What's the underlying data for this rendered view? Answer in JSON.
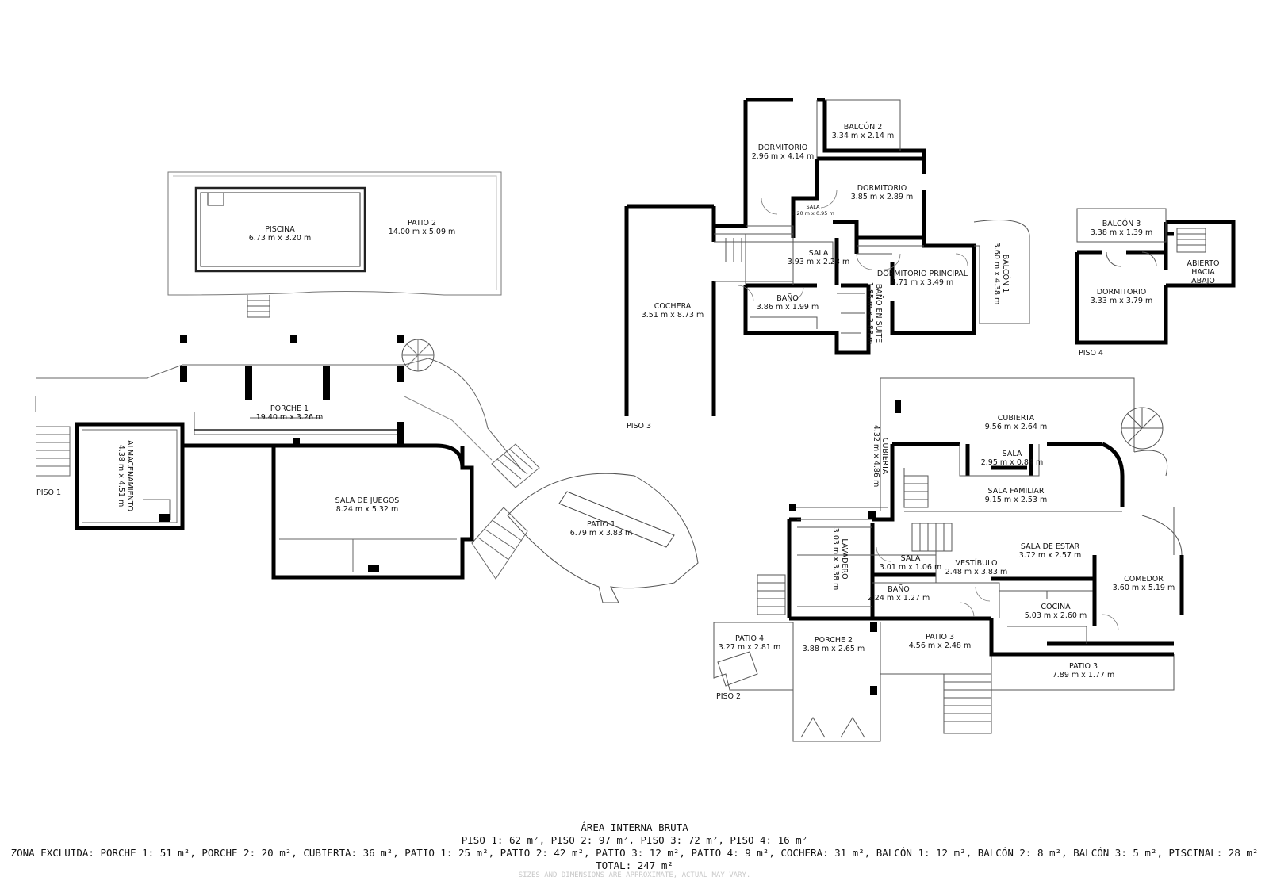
{
  "floors": {
    "piso1": "PISO 1",
    "piso2": "PISO 2",
    "piso3": "PISO 3",
    "piso4": "PISO 4"
  },
  "rooms": {
    "piscina": {
      "name": "PISCINA",
      "dims": "6.73 m x 3.20 m"
    },
    "patio2": {
      "name": "PATIO 2",
      "dims": "14.00 m x 5.09 m"
    },
    "porche1": {
      "name": "PORCHE 1",
      "dims": "19.40 m x 3.26 m"
    },
    "almacenamiento": {
      "name": "ALMACENAMIENTO",
      "dims": "4.38 m x 4.51 m"
    },
    "sala_juegos": {
      "name": "SALA DE JUEGOS",
      "dims": "8.24 m x 5.32 m"
    },
    "patio1": {
      "name": "PATIO 1",
      "dims": "6.79 m x 3.83 m"
    },
    "cochera": {
      "name": "COCHERA",
      "dims": "3.51 m x 8.73 m"
    },
    "dormitorio_p3a": {
      "name": "DORMITORIO",
      "dims": "2.96 m x 4.14 m"
    },
    "balcon2": {
      "name": "BALCÓN 2",
      "dims": "3.34 m x 2.14 m"
    },
    "dormitorio_p3b": {
      "name": "DORMITORIO",
      "dims": "3.85 m x 2.89 m"
    },
    "sala_p3_small": {
      "name": "SALA",
      "dims": "1.20 m x 0.95 m"
    },
    "sala_p3": {
      "name": "SALA",
      "dims": "3.93 m x 2.28 m"
    },
    "dormitorio_principal": {
      "name": "DORMITORIO PRINCIPAL",
      "dims": "4.71 m x 3.49 m"
    },
    "balcon1": {
      "name": "BALCÓN 1",
      "dims": "3.60 m x 4.38 m"
    },
    "bano_p3": {
      "name": "BAÑO",
      "dims": "3.86 m x 1.99 m"
    },
    "bano_suite": {
      "name": "BAÑO EN SUITE",
      "dims": "1.85 m x 2.88 m"
    },
    "balcon3": {
      "name": "BALCÓN 3",
      "dims": "3.38 m x 1.39 m"
    },
    "abierto": {
      "line1": "ABIERTO",
      "line2": "HACIA",
      "line3": "ABAJO"
    },
    "dormitorio_p4": {
      "name": "DORMITORIO",
      "dims": "3.33 m x 3.79 m"
    },
    "cubierta_top": {
      "name": "CUBIERTA",
      "dims": "9.56 m x 2.64 m"
    },
    "cubierta_side": {
      "name": "CUBIERTA",
      "dims": "4.32 m x 4.86 m"
    },
    "sala_p2_small": {
      "name": "SALA",
      "dims": "2.95 m x 0.84 m"
    },
    "sala_familiar": {
      "name": "SALA FAMILIAR",
      "dims": "9.15 m x 2.53 m"
    },
    "lavadero": {
      "name": "LAVADERO",
      "dims": "3.03 m x 3.38 m"
    },
    "sala_p2": {
      "name": "SALA",
      "dims": "3.01 m x 1.06 m"
    },
    "vestibulo": {
      "name": "VESTÍBULO",
      "dims": "2.48 m x 3.83 m"
    },
    "sala_estar": {
      "name": "SALA DE ESTAR",
      "dims": "3.72 m x 2.57 m"
    },
    "comedor": {
      "name": "COMEDOR",
      "dims": "3.60 m x 5.19 m"
    },
    "bano_p2": {
      "name": "BAÑO",
      "dims": "2.24 m x 1.27 m"
    },
    "cocina": {
      "name": "COCINA",
      "dims": "5.03 m x 2.60 m"
    },
    "patio4": {
      "name": "PATIO 4",
      "dims": "3.27 m x 2.81 m"
    },
    "porche2": {
      "name": "PORCHE 2",
      "dims": "3.88 m x 2.65 m"
    },
    "patio3a": {
      "name": "PATIO 3",
      "dims": "4.56 m x 2.48 m"
    },
    "patio3b": {
      "name": "PATIO 3",
      "dims": "7.89 m x 1.77 m"
    }
  },
  "footer": {
    "title": "ÁREA INTERNA BRUTA",
    "floors_line": "PISO 1: 62 m², PISO 2: 97 m², PISO 3: 72 m², PISO 4: 16 m²",
    "excluded_line": "ZONA EXCLUIDA: PORCHE 1: 51 m², PORCHE 2: 20 m², CUBIERTA: 36 m², PATIO 1: 25 m², PATIO 2: 42 m², PATIO 3: 12 m², PATIO 4: 9 m², COCHERA: 31 m², BALCÓN 1: 12 m², BALCÓN 2: 8 m², BALCÓN 3: 5 m², PISCINAL: 28 m²",
    "total": "TOTAL: 247 m²",
    "disclaimer": "SIZES AND DIMENSIONS ARE APPROXIMATE, ACTUAL MAY VARY."
  }
}
